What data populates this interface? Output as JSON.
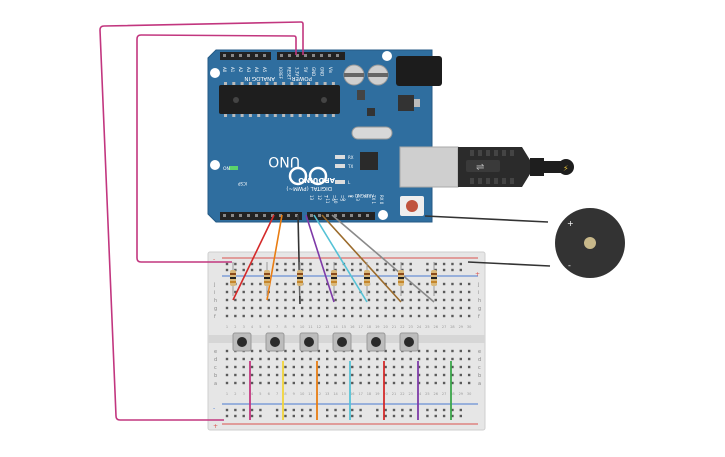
{
  "colors": {
    "board": "#2f6e9f",
    "board_edge": "#245a85",
    "breadboard": "#e6e6e6",
    "rail_red": "#d9534f",
    "rail_blue": "#4a7bd0",
    "wire_magenta": "#c2367f",
    "wire_red": "#d42a2a",
    "wire_orange": "#e97d12",
    "wire_black": "#333333",
    "wire_purple": "#7e3aa8",
    "wire_cyan": "#55c2d6",
    "wire_brown": "#9b6b2c",
    "wire_gray": "#8a8a8a",
    "wire_yellow": "#f2d43a",
    "wire_green": "#3aa54a",
    "buzzer": "#333333",
    "usb": "#2b2b2b"
  },
  "arduino": {
    "brand": "ARDUINO",
    "model": "UNO",
    "on_label": "ON",
    "tx_label": "TX",
    "rx_label": "RX",
    "l_label": "L",
    "icsp_label": "ICSP",
    "aref_label": "AREF",
    "gnd_label": "GND",
    "digital_label": "DIGITAL (PWM~)",
    "analog_label": "ANALOG IN",
    "power_label": "POWER",
    "power_pins": [
      "IOREF",
      "RESET",
      "3.3V",
      "5V",
      "GND",
      "GND",
      "Vin"
    ],
    "analog_pins": [
      "A0",
      "A1",
      "A2",
      "A3",
      "A4",
      "A5"
    ],
    "digital_pins": [
      "13",
      "12",
      "~11",
      "~10",
      "~9",
      "8",
      "7",
      "~6",
      "~5",
      "4",
      "~3",
      "2",
      "TX 1",
      "RX 0"
    ]
  },
  "breadboard": {
    "row_letters": [
      "j",
      "i",
      "h",
      "g",
      "f",
      "e",
      "d",
      "c",
      "b",
      "a"
    ],
    "column_numbers": [
      1,
      2,
      3,
      4,
      5,
      6,
      7,
      8,
      9,
      10,
      11,
      12,
      13,
      14,
      15,
      16,
      17,
      18,
      19,
      20,
      21,
      22,
      23,
      24,
      25,
      26,
      27,
      28,
      29,
      30
    ],
    "rail_plus": "+",
    "rail_minus": "-"
  },
  "buzzer": {
    "plus_label": "+",
    "minus_label": "-"
  },
  "components": {
    "resistor_count": 7,
    "button_count": 6
  }
}
